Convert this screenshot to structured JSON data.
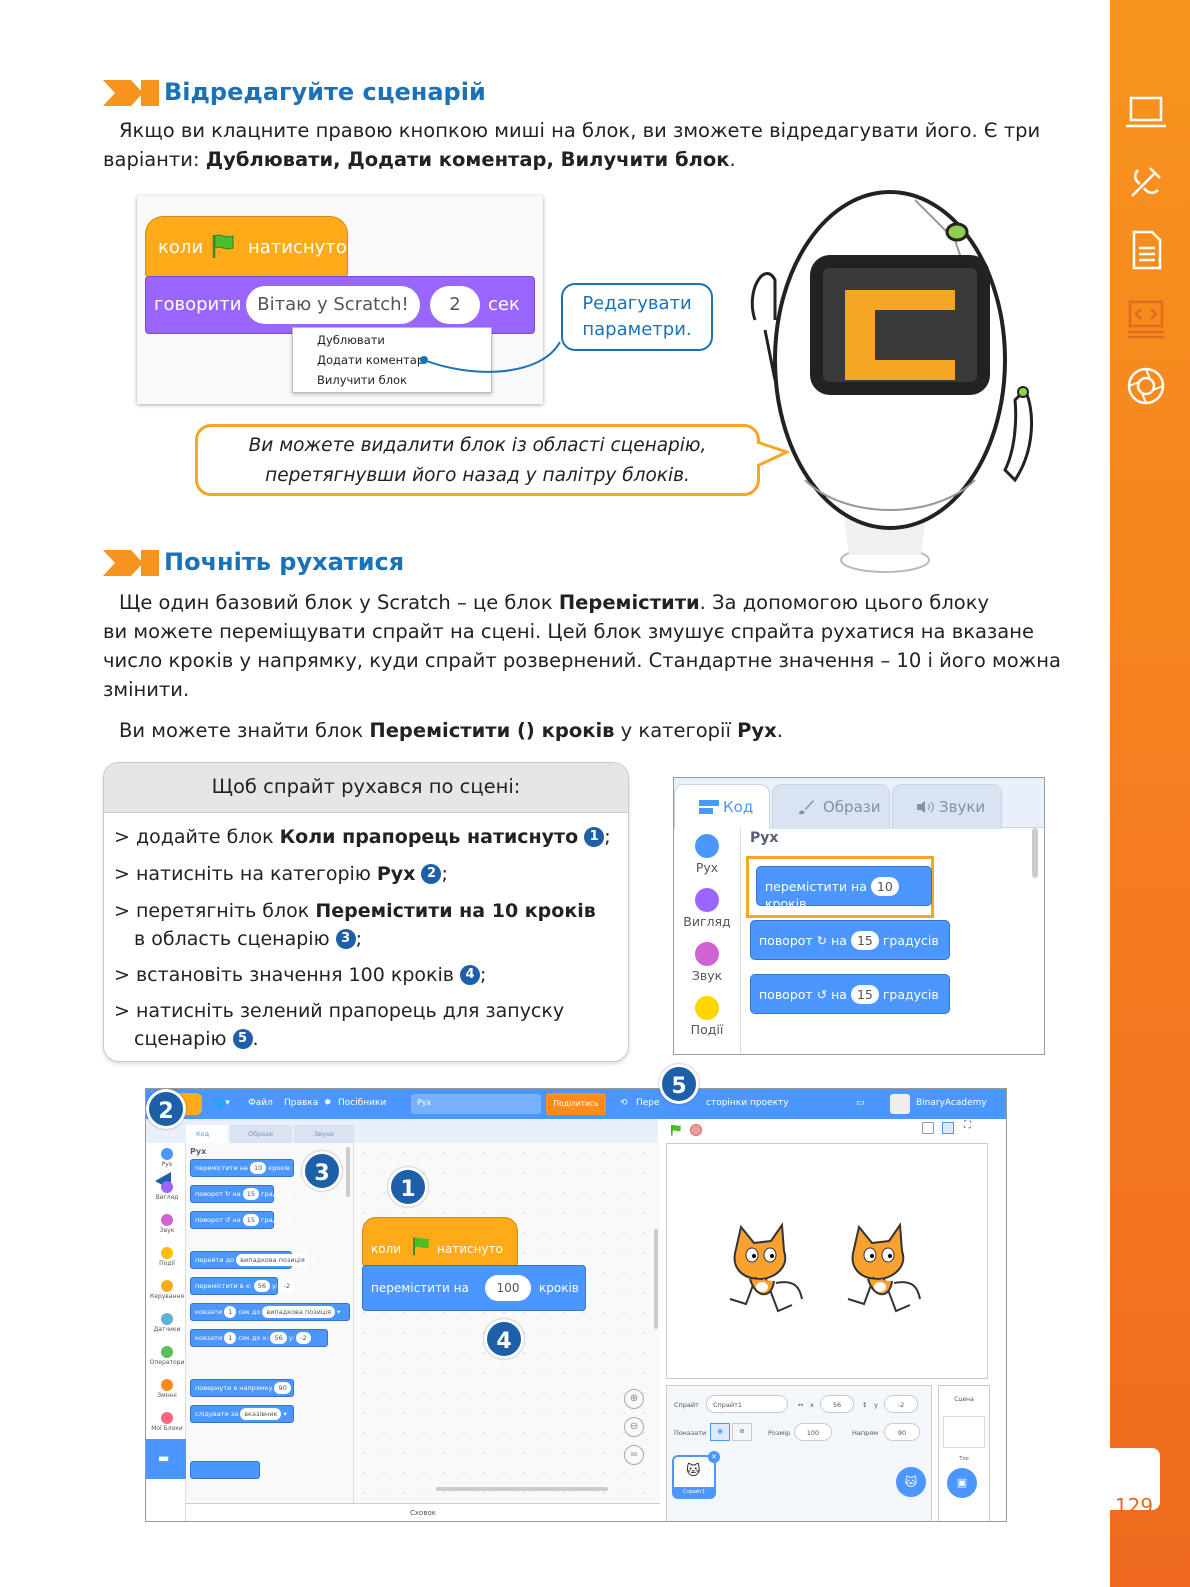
{
  "section1": {
    "title": "Відредагуйте сценарій",
    "para_line1": "Якщо ви клацните правою кнопкою миші на блок, ви зможете відредагувати його. Є три",
    "para_line2_pre": "варіанти: ",
    "para_line2_bold": "Дублювати, Додати коментар, Вилучити блок",
    "para_line2_post": "."
  },
  "screenshot1": {
    "hat_pre": "коли",
    "hat_post": "натиснуто",
    "say_label": "говорити",
    "say_text": "Вітаю у Scratch!",
    "say_secs": "2",
    "say_unit": "сек",
    "menu": [
      "Дублювати",
      "Додати коментар",
      "Вилучити блок"
    ]
  },
  "callout_edit": {
    "line1": "Редагувати",
    "line2": "параметри."
  },
  "bubble_tip": {
    "line1": "Ви можете видалити блок із області сценарію,",
    "line2": "перетягнувши його назад у палітру блоків."
  },
  "section2": {
    "title": "Почніть рухатися",
    "p1_l1_pre": "Ще один базовий блок у Scratch – це блок ",
    "p1_l1_bold": "Перемістити",
    "p1_l1_post": ". За допомогою цього блоку",
    "p1_l2": "ви можете переміщувати спрайт на сцені. Цей блок змушує спрайта рухатися на вказане",
    "p1_l3": "число кроків у напрямку, куди спрайт розвернений. Стандартне значення – 10 і його можна",
    "p1_l4": "змінити.",
    "p2_pre": "Ви можете знайти блок ",
    "p2_bold1": "Перемістити () кроків",
    "p2_mid": " у категорії ",
    "p2_bold2": "Рух",
    "p2_post": "."
  },
  "card": {
    "title": "Щоб спрайт рухався по сцені:",
    "i1_pre": "> додайте блок ",
    "i1_bold": "Коли прапорець натиснуто",
    "i1_post": ";",
    "i2_pre": "> натисніть на категорію ",
    "i2_bold": "Рух",
    "i2_post": ";",
    "i3_l1_pre": "> перетягніть блок ",
    "i3_l1_bold": "Перемістити на 10 кроків",
    "i3_l2": "  в область сценарію",
    "i3_post": ";",
    "i4_pre": "> встановіть значення 100 кроків",
    "i4_post": ";",
    "i5_l1": "> натисніть зелений прапорець для запуску",
    "i5_l2": "  сценарію",
    "i5_post": ".",
    "badges": [
      "1",
      "2",
      "3",
      "4",
      "5"
    ]
  },
  "screenshot2": {
    "tabs": [
      "Код",
      "Образи",
      "Звуки"
    ],
    "categories": [
      "Рух",
      "Вигляд",
      "Звук",
      "Події"
    ],
    "category_colors": [
      "#4c97ff",
      "#9966ff",
      "#cf63cf",
      "#ffd500"
    ],
    "heading": "Рух",
    "b1_pre": "перемістити на",
    "b1_num": "10",
    "b1_post": "кроків",
    "b2_pre": "поворот",
    "b2_mid": "на",
    "b2_num": "15",
    "b2_post": "градусів",
    "b3_pre": "поворот",
    "b3_mid": "на",
    "b3_num": "15",
    "b3_post": "градусів"
  },
  "screenshot3": {
    "menu": {
      "file": "Файл",
      "edit": "Правка",
      "tutorials": "Посібники",
      "project_title": "Рух",
      "share": "Поділитись",
      "see_project": "сторінки проекту",
      "see_pre": "Пере",
      "user": "BinaryAcademy"
    },
    "tabs": [
      "Код",
      "Образи",
      "Звуки"
    ],
    "heading": "Рух",
    "categories": [
      "Рух",
      "Вигляд",
      "Звук",
      "Події",
      "Керування",
      "Датчики",
      "Оператори",
      "Змінні",
      "Мої Блоки"
    ],
    "category_colors": [
      "#4c97ff",
      "#9966ff",
      "#cf63cf",
      "#ffbf00",
      "#ffab19",
      "#5cb1d6",
      "#59c059",
      "#ff8c1a",
      "#ff6680"
    ],
    "palette": {
      "m1_pre": "перемістити на",
      "m1_num": "10",
      "m1_post": "кроків",
      "m2_pre": "поворот",
      "m2_mid": "на",
      "m2_num": "15",
      "m2_post": "градусів",
      "m3_pre": "поворот",
      "m3_mid": "на",
      "m3_num": "15",
      "m3_post": "градусів",
      "m4_pre": "перейти до",
      "m4_opt": "випадкова позиція",
      "m5_pre": "перемістити в x:",
      "m5_x": "56",
      "m5_mid": "y:",
      "m5_y": "-2",
      "m6_pre": "ковзати",
      "m6_num": "1",
      "m6_mid": "сек до",
      "m6_opt": "випадкова позиція",
      "m7_pre": "ковзати",
      "m7_num": "1",
      "m7_mid": "сек до x:",
      "m7_x": "56",
      "m7_mid2": "y:",
      "m7_y": "-2",
      "m8_pre": "повернути в напрямку",
      "m8_num": "90",
      "m9_pre": "слідувати за",
      "m9_opt": "вказівник"
    },
    "script": {
      "hat_pre": "коли",
      "hat_post": "натиснуто",
      "move_pre": "перемістити на",
      "move_num": "100",
      "move_post": "кроків"
    },
    "sprite_panel": {
      "sprite_label": "Спрайт",
      "sprite_name": "Спрайт1",
      "x_label": "x",
      "x": "56",
      "y_label": "y",
      "y": "-2",
      "show_label": "Показати",
      "size_label": "Розмір",
      "size": "100",
      "dir_label": "Напрям",
      "dir": "90",
      "thumb": "Спрайт1"
    },
    "stage_panel": {
      "title": "Сцена",
      "backdrops": "Тло"
    },
    "backpack": "Сховок",
    "badges": [
      "1",
      "2",
      "3",
      "4",
      "5"
    ]
  },
  "page_number": "129",
  "colors": {
    "heading_blue": "#1a73b8",
    "sidebar_orange": "#f47b20",
    "scratch_blue": "#4c97ff"
  }
}
